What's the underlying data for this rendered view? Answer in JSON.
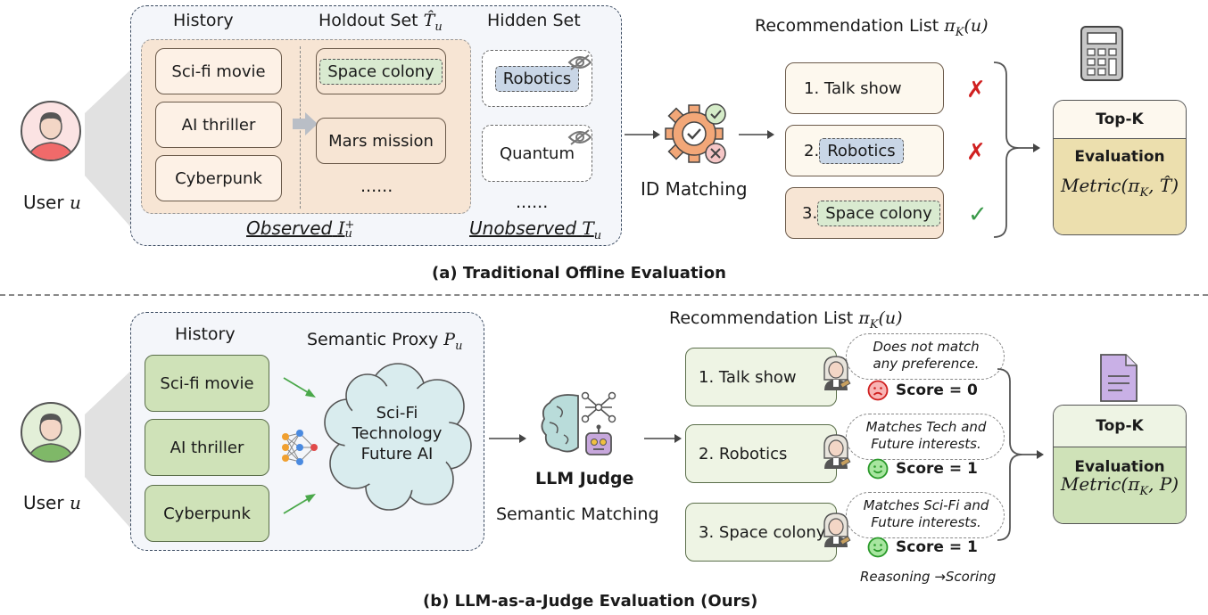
{
  "top": {
    "user_label": "User",
    "user_var": "u",
    "history_title": "History",
    "holdout_title": "Holdout Set",
    "holdout_var": "T̂",
    "holdout_sub": "u",
    "hidden_title": "Hidden Set",
    "history_items": [
      "Sci-fi movie",
      "AI thriller",
      "Cyberpunk"
    ],
    "holdout_items": [
      "Space colony",
      "Mars mission",
      "......"
    ],
    "hidden_items": [
      "Robotics",
      "Quantum",
      "......"
    ],
    "observed_label": "Observed",
    "observed_var": "I",
    "observed_sub": "u",
    "observed_sup": "+",
    "unobserved_label": "Unobserved",
    "unobserved_var": "T",
    "unobserved_sub": "u",
    "matching_label": "ID Matching",
    "rec_title": "Recommendation List",
    "rec_var": "π",
    "rec_sub": "K",
    "rec_arg": "(u)",
    "rec_items": [
      {
        "num": "1.",
        "label": "Talk show",
        "mark": "✗"
      },
      {
        "num": "2.",
        "label": "Robotics",
        "mark": "✗"
      },
      {
        "num": "3.",
        "label": "Space colony",
        "mark": "✓"
      }
    ],
    "eval_title": "Top-K Evaluation",
    "eval_metric_name": "Metric",
    "eval_metric_args": "(π",
    "eval_metric_sub": "K",
    "eval_metric_tail": ", T̂)",
    "caption": "(a) Traditional Offline Evaluation"
  },
  "bottom": {
    "user_label": "User",
    "user_var": "u",
    "history_title": "History",
    "proxy_title": "Semantic Proxy",
    "proxy_var": "P",
    "proxy_sub": "u",
    "history_items": [
      "Sci-fi movie",
      "AI thriller",
      "Cyberpunk"
    ],
    "cloud_lines": [
      "Sci-Fi",
      "Technology",
      "Future AI"
    ],
    "judge_label": "LLM Judge",
    "matching_label": "Semantic Matching",
    "rec_title": "Recommendation List",
    "rec_var": "π",
    "rec_sub": "K",
    "rec_arg": "(u)",
    "rec_items": [
      {
        "label": "1. Talk show",
        "thought": [
          "Does not match",
          "any preference."
        ],
        "score": "Score = 0"
      },
      {
        "label": "2. Robotics",
        "thought": [
          "Matches Tech and",
          "Future interests."
        ],
        "score": "Score = 1"
      },
      {
        "label": "3. Space colony",
        "thought": [
          "Matches Sci-Fi and",
          "Future interests."
        ],
        "score": "Score = 1"
      }
    ],
    "reasoning_label": "Reasoning",
    "reasoning_arrow": "→",
    "scoring_label": "Scoring",
    "eval_title": "Top-K Evaluation",
    "eval_metric_name": "Metric",
    "eval_metric_args": "(π",
    "eval_metric_sub": "K",
    "eval_metric_tail": ", P)",
    "caption": "(b) LLM-as-a-Judge Evaluation (Ours)"
  },
  "colors": {
    "peach": "#f7e5d4",
    "green": "#cfe2b8",
    "eval_top": "#fdf8ee",
    "eval_bottom": "#ecdfae",
    "cross": "#d02020",
    "check": "#3a9a4a"
  },
  "icons": [
    "user-avatar-icon",
    "gear-check-icon",
    "calculator-icon",
    "document-icon",
    "brain-network-icon",
    "robot-icon",
    "judge-icon",
    "eye-slash-icon",
    "neural-net-icon"
  ]
}
